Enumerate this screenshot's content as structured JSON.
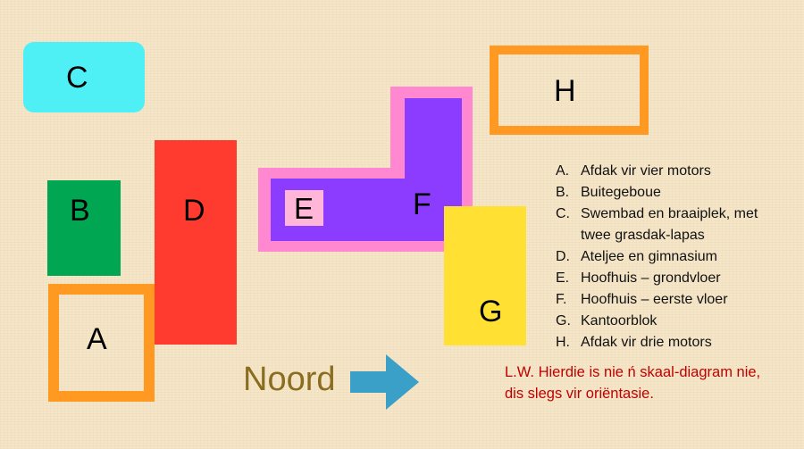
{
  "diagram": {
    "labels": {
      "a": "A",
      "b": "B",
      "c": "C",
      "d": "D",
      "e": "E",
      "f": "F",
      "g": "G",
      "h": "H"
    },
    "colors": {
      "a_border": "#ff9922",
      "b_fill": "#00a651",
      "c_fill": "#4ff0f5",
      "d_fill": "#ff3b30",
      "e_fill": "#ffb6d9",
      "ef_border": "#ff88d0",
      "ef_fill": "#8c3cff",
      "g_fill": "#ffe033",
      "h_border": "#ff9922",
      "arrow": "#3aa0c8",
      "noord_text": "#8a6d1e",
      "note_text": "#c00000"
    },
    "compass": {
      "label": "Noord"
    },
    "legend": [
      {
        "key": "A.",
        "text": "Afdak vir vier motors"
      },
      {
        "key": "B.",
        "text": "Buitegeboue"
      },
      {
        "key": "C.",
        "text": "Swembad en braaiplek, met twee grasdak-lapas"
      },
      {
        "key": "D.",
        "text": "Ateljee en gimnasium"
      },
      {
        "key": "E.",
        "text": "Hoofhuis – grondvloer"
      },
      {
        "key": "F.",
        "text": "Hoofhuis – eerste vloer"
      },
      {
        "key": "G.",
        "text": "Kantoorblok"
      },
      {
        "key": "H.",
        "text": "Afdak vir drie motors"
      }
    ],
    "note": {
      "line1": "L.W. Hierdie is nie ń skaal-diagram nie,",
      "line2": "dis slegs vir oriëntasie."
    }
  }
}
